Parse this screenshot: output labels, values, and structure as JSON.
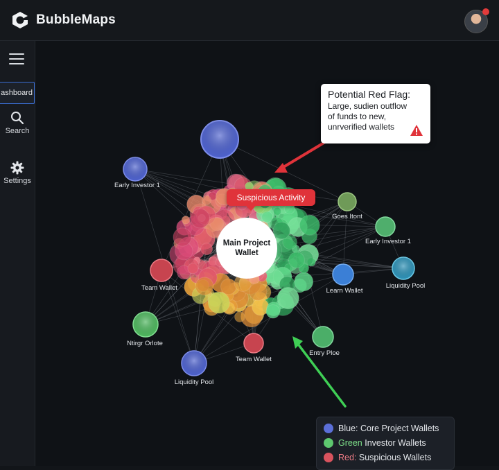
{
  "app": {
    "title": "BubbleMaps",
    "logo_icon": "hexagon-bubble-logo-icon"
  },
  "header": {
    "avatar_badge": ""
  },
  "sidebar": {
    "menu_icon": "hamburger-icon",
    "items": [
      {
        "label": "Dashboard",
        "visible_label": "ashboard",
        "icon": "dashboard-icon",
        "active": true
      },
      {
        "label": "Search",
        "icon": "search-icon"
      },
      {
        "label": "Settings",
        "icon": "gear-icon"
      }
    ]
  },
  "graph": {
    "center": {
      "line1": "Main Project",
      "line2": "Wallet"
    },
    "tag": "Suspicious Activity",
    "callout": {
      "title": "Potential Red Flag:",
      "body": "Large, sudien outflow of funds to new, unrverified wallets",
      "icon": "warning-triangle-icon"
    },
    "nodes": [
      {
        "label": "Early Investor 1",
        "color": "#5b6fd8"
      },
      {
        "label": "",
        "color": "#5b6fd8"
      },
      {
        "label": "Goes Itont",
        "color": "#7da862"
      },
      {
        "label": "Early Investor 1",
        "color": "#5fbf7a"
      },
      {
        "label": "Liquidity Pool",
        "color": "#3ea6c9"
      },
      {
        "label": "Learn Wallet",
        "color": "#4a8fe0"
      },
      {
        "label": "Team Wallet",
        "color": "#d9535e"
      },
      {
        "label": "Ntirgr Orlote",
        "color": "#5ec86f"
      },
      {
        "label": "Team Wallet",
        "color": "#d9535e"
      },
      {
        "label": "Entry Ploe",
        "color": "#5bbf77"
      },
      {
        "label": "Liquidity Pool",
        "color": "#5b6fd8"
      }
    ]
  },
  "legend": {
    "items": [
      {
        "prefix": "Blue:",
        "text": " Core Project Wallets",
        "color": "#5b6fd8"
      },
      {
        "prefix": "Green",
        "text": " Investor Wallets",
        "color": "#5ec86f"
      },
      {
        "prefix": "Red:",
        "text": " Suspicious Wallets",
        "color": "#d9535e"
      }
    ]
  }
}
